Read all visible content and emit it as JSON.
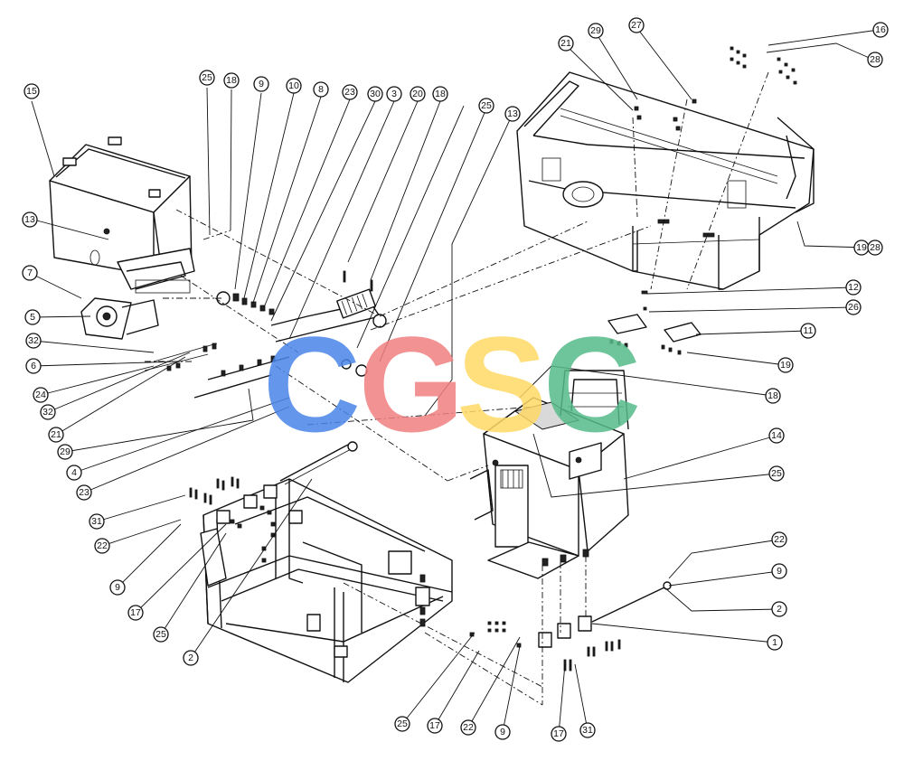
{
  "watermark": {
    "letters": [
      "C",
      "G",
      "S",
      "C"
    ],
    "colors": [
      "#4a86e8",
      "#f08080",
      "#ffd966",
      "#57bb8a"
    ]
  },
  "callouts": [
    {
      "label": "15"
    },
    {
      "label": "25"
    },
    {
      "label": "18"
    },
    {
      "label": "9"
    },
    {
      "label": "10"
    },
    {
      "label": "8"
    },
    {
      "label": "23"
    },
    {
      "label": "30"
    },
    {
      "label": "3"
    },
    {
      "label": "20"
    },
    {
      "label": "18"
    },
    {
      "label": "25"
    },
    {
      "label": "13"
    },
    {
      "label": "21"
    },
    {
      "label": "29"
    },
    {
      "label": "27"
    },
    {
      "label": "16"
    },
    {
      "label": "28"
    },
    {
      "label": "13"
    },
    {
      "label": "7"
    },
    {
      "label": "5"
    },
    {
      "label": "32"
    },
    {
      "label": "6"
    },
    {
      "label": "24"
    },
    {
      "label": "32"
    },
    {
      "label": "21"
    },
    {
      "label": "29"
    },
    {
      "label": "4"
    },
    {
      "label": "23"
    },
    {
      "label": "19"
    },
    {
      "label": "28"
    },
    {
      "label": "12"
    },
    {
      "label": "26"
    },
    {
      "label": "11"
    },
    {
      "label": "19"
    },
    {
      "label": "18"
    },
    {
      "label": "14"
    },
    {
      "label": "25"
    },
    {
      "label": "31"
    },
    {
      "label": "22"
    },
    {
      "label": "9"
    },
    {
      "label": "17"
    },
    {
      "label": "25"
    },
    {
      "label": "2"
    },
    {
      "label": "22"
    },
    {
      "label": "9"
    },
    {
      "label": "2"
    },
    {
      "label": "1"
    },
    {
      "label": "25"
    },
    {
      "label": "17"
    },
    {
      "label": "22"
    },
    {
      "label": "9"
    },
    {
      "label": "17"
    },
    {
      "label": "31"
    }
  ]
}
